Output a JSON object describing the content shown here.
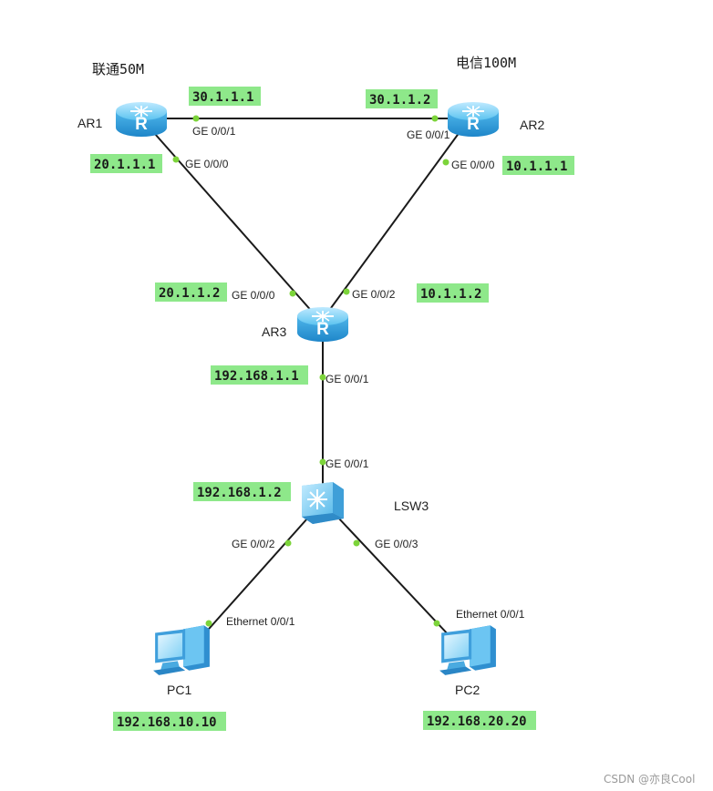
{
  "devices": {
    "ar1": {
      "label": "AR1",
      "icon": "router-icon",
      "isp": "联通50M"
    },
    "ar2": {
      "label": "AR2",
      "icon": "router-icon",
      "isp": "电信100M"
    },
    "ar3": {
      "label": "AR3",
      "icon": "router-icon"
    },
    "lsw3": {
      "label": "LSW3",
      "icon": "switch-icon"
    },
    "pc1": {
      "label": "PC1",
      "icon": "pc-icon"
    },
    "pc2": {
      "label": "PC2",
      "icon": "pc-icon"
    }
  },
  "ports": {
    "ar1_g001": "GE 0/0/1",
    "ar2_g001": "GE 0/0/1",
    "ar1_g000": "GE 0/0/0",
    "ar2_g000": "GE 0/0/0",
    "ar3_g000": "GE 0/0/0",
    "ar3_g002": "GE 0/0/2",
    "ar3_g001": "GE 0/0/1",
    "lsw3_g001": "GE 0/0/1",
    "lsw3_g002": "GE 0/0/2",
    "lsw3_g003": "GE 0/0/3",
    "pc1_eth": "Ethernet 0/0/1",
    "pc2_eth": "Ethernet 0/0/1"
  },
  "ips": {
    "ar1_ar2_ar1": "30.1.1.1",
    "ar1_ar2_ar2": "30.1.1.2",
    "ar1_ar3_ar1": "20.1.1.1",
    "ar2_ar3_ar2": "10.1.1.1",
    "ar1_ar3_ar3": "20.1.1.2",
    "ar2_ar3_ar3": "10.1.1.2",
    "ar3_lan": "192.168.1.1",
    "lsw3_mgmt": "192.168.1.2",
    "pc1": "192.168.10.10",
    "pc2": "192.168.20.20"
  },
  "watermark": "CSDN @亦良Cool",
  "colors": {
    "ip_highlight": "#8ee88a",
    "port_dot": "#7cd43a",
    "device_blue": "#3aaee8",
    "link": "#1a1a1a"
  }
}
